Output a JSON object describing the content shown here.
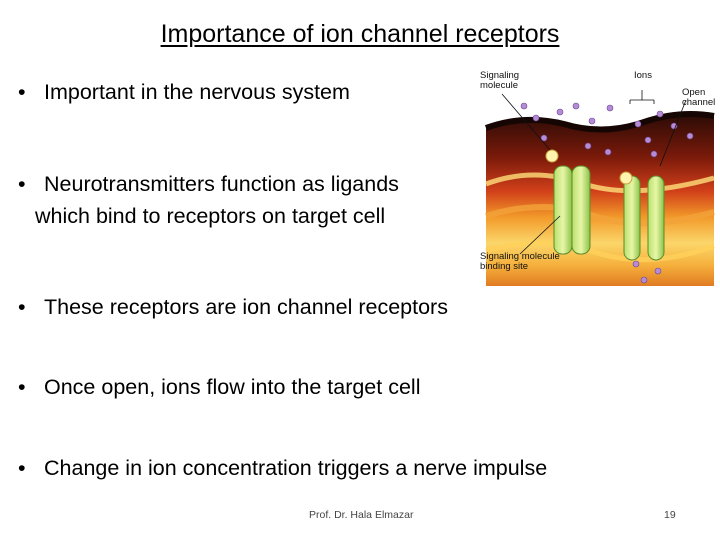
{
  "slide": {
    "title": "Importance of ion channel receptors",
    "bullets": [
      {
        "line1": "Important in the nervous system",
        "line2": ""
      },
      {
        "line1": "Neurotransmitters function as ligands",
        "line2": "which bind to receptors on target cell"
      },
      {
        "line1": "These receptors are ion channel receptors",
        "line2": ""
      },
      {
        "line1": "Once open, ions flow into the target cell",
        "line2": ""
      },
      {
        "line1": "Change in ion concentration triggers a nerve impulse",
        "line2": ""
      }
    ],
    "bullet_glyph": "•",
    "figure": {
      "label_signaling_molecule": "Signaling\nmolecule",
      "label_ions": "Ions",
      "label_open_channel": "Open\nchannel",
      "label_binding_site": "Signaling molecule\nbinding site"
    },
    "footer": {
      "author": "Prof. Dr. Hala Elmazar",
      "page_number": "19"
    }
  }
}
